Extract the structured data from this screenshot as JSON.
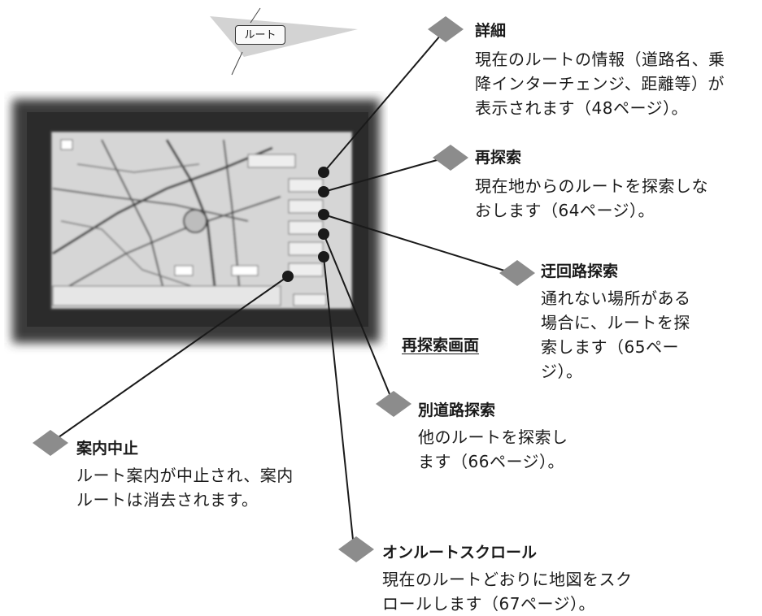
{
  "header": {
    "route_key_label": "ルート"
  },
  "section_label": "再探索画面",
  "callouts": {
    "detail": {
      "title": "詳細",
      "lines": [
        "現在のルートの情報（道路名、乗",
        "降インターチェンジ、距離等）が",
        "表示されます（48ページ）。"
      ]
    },
    "research": {
      "title": "再探索",
      "lines": [
        "現在地からのルートを探索しな",
        "おします（64ページ）。"
      ]
    },
    "detour": {
      "title": "迂回路探索",
      "lines": [
        "通れない場所がある",
        "場合に、ルートを探",
        "索します（65ペー",
        "ジ）。"
      ]
    },
    "alt_road": {
      "title": "別道路探索",
      "lines": [
        "他のルートを探索し",
        "ます（66ページ）。"
      ]
    },
    "stop": {
      "title": "案内中止",
      "lines": [
        "ルート案内が中止され、案内",
        "ルートは消去されます。"
      ]
    },
    "onroute": {
      "title": "オンルートスクロール",
      "lines": [
        "現在のルートどおりに地図をスク",
        "ロールします（67ページ）。"
      ]
    }
  },
  "colors": {
    "diamond": "#8c8c8c",
    "line": "#1a1a1a",
    "bezel": "#2b2b2b",
    "map": "#d9d9d9"
  }
}
